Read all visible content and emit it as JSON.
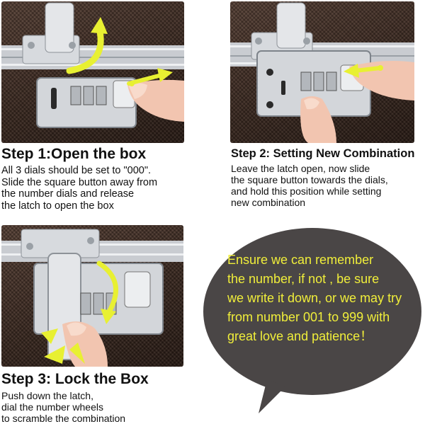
{
  "steps": [
    {
      "title": "Step 1:Open the box",
      "body": "All 3 dials should be set to \"000\".\nSlide the square button away from\nthe number dials and release\nthe latch to open the box"
    },
    {
      "title": "Step 2: Setting New Combination",
      "body": "Leave the latch open, now slide\nthe square button towards the dials,\nand hold this position while setting\nnew combination"
    },
    {
      "title": "Step 3: Lock the Box",
      "body": "Push down the latch,\ndial the number wheels\nto scramble the combination"
    }
  ],
  "bubble": {
    "text": "Ensure we can remember\nthe number,  if not , be sure\nwe write it down, or we may try\nfrom number 001 to 999 with\n great love and patience！"
  },
  "colors": {
    "case_leather": "#3d2b22",
    "metal": "#c9ccd1",
    "arrow_yellow": "#e8f032",
    "bubble_fill": "#4a4646",
    "bubble_text": "#f0ee3a"
  },
  "icons": {
    "step1_arrows": [
      "curved-up-arrow-icon",
      "right-arrow-icon"
    ],
    "step2_arrows": [
      "left-arrow-icon"
    ],
    "step3_arrows": [
      "curved-down-arrow-icon",
      "press-burst-icon"
    ]
  }
}
